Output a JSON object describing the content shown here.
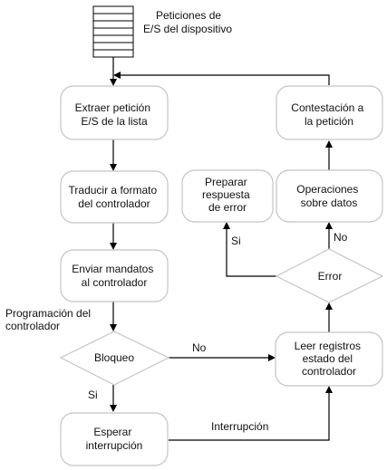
{
  "queue": {
    "label_lines": [
      "Peticiones de",
      "E/S del dispositivo"
    ]
  },
  "nodes": {
    "extract": {
      "lines": [
        "Extraer petición",
        "E/S de la lista"
      ]
    },
    "translate": {
      "lines": [
        "Traducir a formato",
        "del controlador"
      ]
    },
    "send": {
      "lines": [
        "Enviar mandatos",
        "al controlador"
      ]
    },
    "block": {
      "lines": [
        "Bloqueo"
      ]
    },
    "wait": {
      "lines": [
        "Esperar",
        "interrupción"
      ]
    },
    "read": {
      "lines": [
        "Leer registros",
        "estado del",
        "controlador"
      ]
    },
    "error": {
      "lines": [
        "Error"
      ]
    },
    "prepare": {
      "lines": [
        "Preparar",
        "respuesta",
        "de error"
      ]
    },
    "ops": {
      "lines": [
        "Operaciones",
        "sobre datos"
      ]
    },
    "answer": {
      "lines": [
        "Contestación a",
        "la petición"
      ]
    }
  },
  "edge_labels": {
    "programming": [
      "Programación del",
      "controlador"
    ],
    "block_no": "No",
    "block_yes": "Si",
    "interrupt": "Interrupción",
    "error_yes": "Si",
    "error_no": "No"
  }
}
